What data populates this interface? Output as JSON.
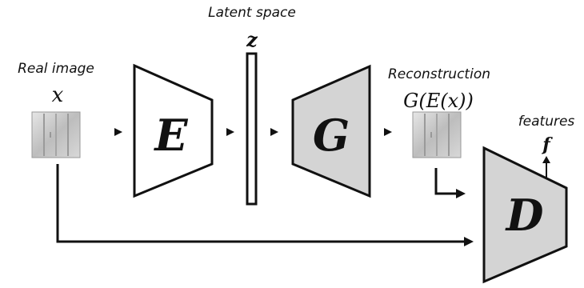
{
  "labels": {
    "latent_space": "Latent space",
    "z": "z",
    "real_image": "Real image",
    "x": "x",
    "reconstruction": "Reconstruction",
    "g_of_e_of_x": "G(E(x))",
    "features": "features",
    "f": "f"
  },
  "blocks": {
    "encoder": "E",
    "generator": "G",
    "discriminator": "D"
  },
  "colors": {
    "stroke": "#111111",
    "fill_white": "#ffffff",
    "fill_gray": "#d4d4d4",
    "texture_base": "#c8c8c8"
  }
}
